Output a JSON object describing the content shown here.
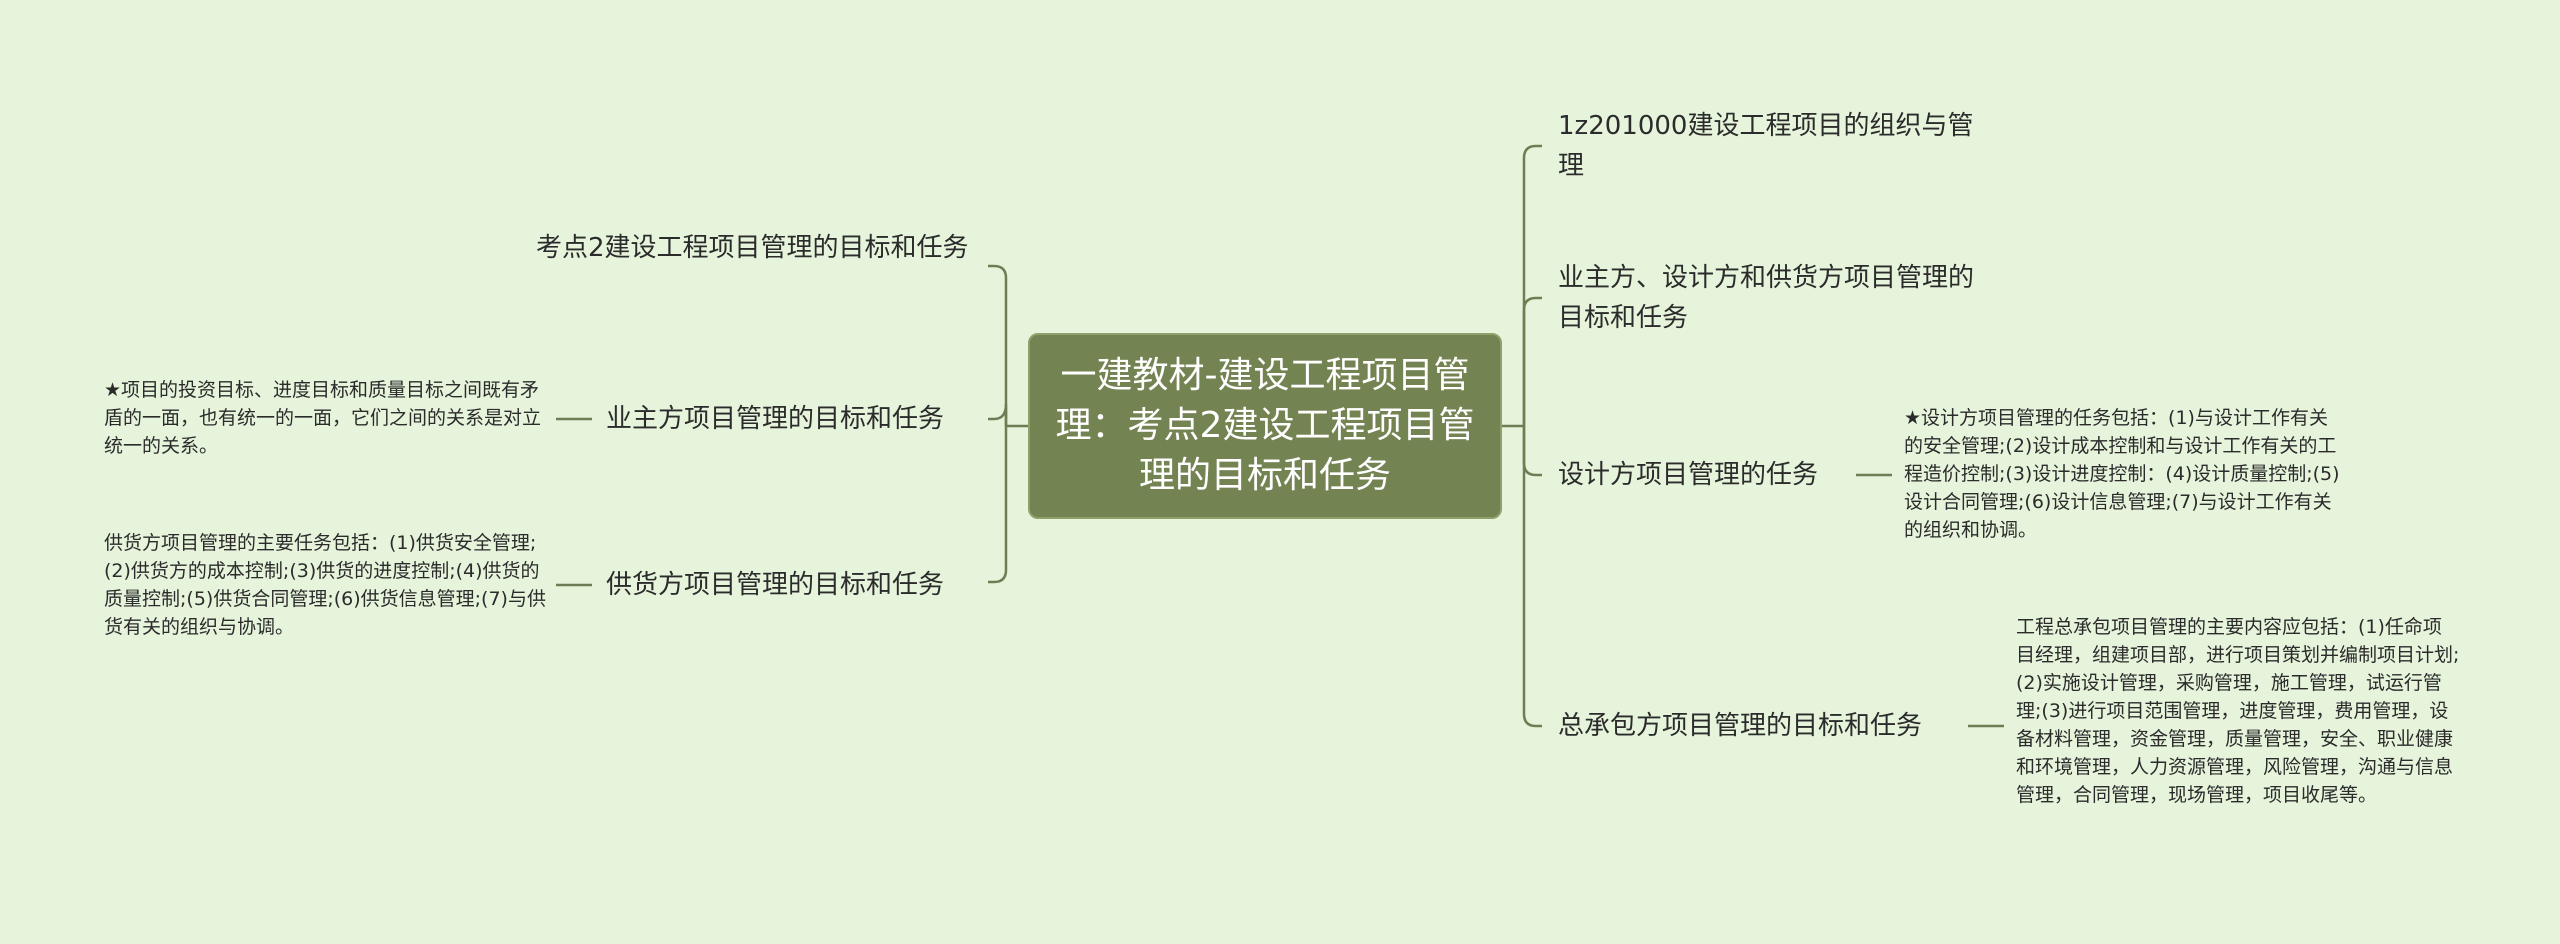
{
  "root": {
    "label": "一建教材-建设工程项目管理：考点2建设工程项目管理的目标和任务"
  },
  "left": [
    {
      "label": "考点2建设工程项目管理的目标和任务"
    },
    {
      "label": "业主方项目管理的目标和任务",
      "detail": "★项目的投资目标、进度目标和质量目标之间既有矛盾的一面，也有统一的一面，它们之间的关系是对立统一的关系。"
    },
    {
      "label": "供货方项目管理的目标和任务",
      "detail": "供货方项目管理的主要任务包括：(1)供货安全管理;(2)供货方的成本控制;(3)供货的进度控制;(4)供货的质量控制;(5)供货合同管理;(6)供货信息管理;(7)与供货有关的组织与协调。"
    }
  ],
  "right": [
    {
      "label": "1z201000建设工程项目的组织与管理"
    },
    {
      "label": "业主方、设计方和供货方项目管理的目标和任务"
    },
    {
      "label": "设计方项目管理的任务",
      "detail": "★设计方项目管理的任务包括：(1)与设计工作有关的安全管理;(2)设计成本控制和与设计工作有关的工程造价控制;(3)设计进度控制：(4)设计质量控制;(5)设计合同管理;(6)设计信息管理;(7)与设计工作有关的组织和协调。"
    },
    {
      "label": "总承包方项目管理的目标和任务",
      "detail": "工程总承包项目管理的主要内容应包括：(1)任命项目经理，组建项目部，进行项目策划并编制项目计划;(2)实施设计管理，采购管理，施工管理，试运行管理;(3)进行项目范围管理，进度管理，费用管理，设备材料管理，资金管理，质量管理，安全、职业健康和环境管理，人力资源管理，风险管理，沟通与信息管理，合同管理，现场管理，项目收尾等。"
    }
  ],
  "colors": {
    "background": "#e6f4dc",
    "root_fill": "#748352",
    "line": "#6f7d55"
  }
}
